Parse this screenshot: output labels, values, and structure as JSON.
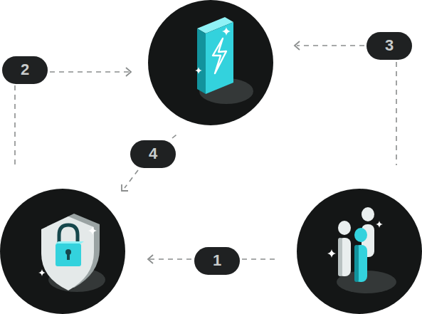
{
  "diagram": {
    "labels": [
      "3",
      "2",
      "4",
      "1"
    ]
  }
}
